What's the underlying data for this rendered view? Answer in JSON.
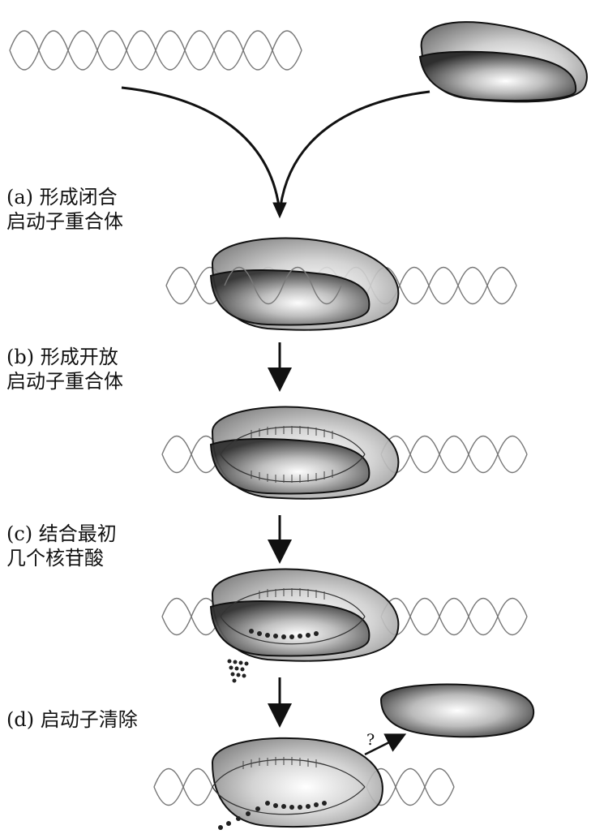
{
  "steps": {
    "a": {
      "line1": "(a) 形成闭合",
      "line2": "启动子重合体"
    },
    "b": {
      "line1": "(b) 形成开放",
      "line2": "启动子重合体"
    },
    "c": {
      "line1": "(c) 结合最初",
      "line2": "几个核苷酸"
    },
    "d": {
      "line1": "(d) 启动子清除"
    }
  },
  "question_mark": "?",
  "colors": {
    "outline": "#111111",
    "shell_fill": "#9a9a9a",
    "inner_dark": "#3a3a3a",
    "highlight": "#ffffff",
    "dna": "#555555"
  },
  "icons": [
    "dna-helix-icon",
    "rna-polymerase-holoenzyme-icon",
    "sigma-factor-icon",
    "arrow-icon"
  ]
}
